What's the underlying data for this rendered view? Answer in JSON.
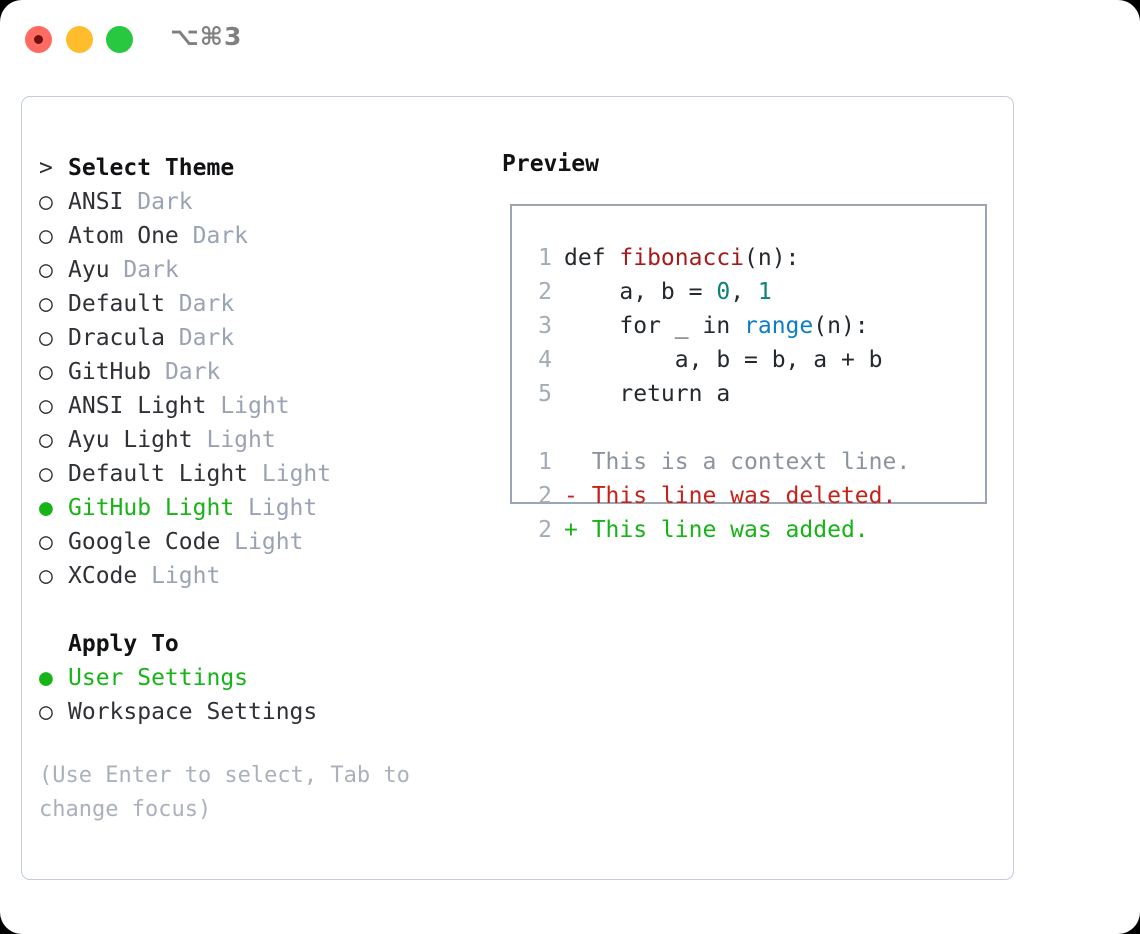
{
  "window": {
    "title": "⌥⌘3",
    "traffic_lights": [
      {
        "name": "close",
        "color": "#ff6b60"
      },
      {
        "name": "minimize",
        "color": "#ffbd2e"
      },
      {
        "name": "maximize",
        "color": "#28c840"
      }
    ]
  },
  "colors": {
    "accent_green": "#17b317",
    "muted": "#99a3b3",
    "hint": "#aab1bd",
    "panel_border": "#c3ccd8",
    "preview_border": "#9aa6b6",
    "text": "#2f3136",
    "syntax_function": "#a81b1b",
    "syntax_number": "#0e8276",
    "syntax_call": "#0f7dc2",
    "diff_deleted": "#c5231a",
    "diff_added": "#17b317",
    "diff_context": "#8b949e",
    "lineno": "#a3abb6"
  },
  "markers": {
    "header": ">",
    "unselected": "○",
    "selected": "●",
    "blank": " "
  },
  "theme_section": {
    "header": "Select Theme",
    "items": [
      {
        "label": "ANSI",
        "suffix": "Dark",
        "selected": false
      },
      {
        "label": "Atom One",
        "suffix": "Dark",
        "selected": false
      },
      {
        "label": "Ayu",
        "suffix": "Dark",
        "selected": false
      },
      {
        "label": "Default",
        "suffix": "Dark",
        "selected": false
      },
      {
        "label": "Dracula",
        "suffix": "Dark",
        "selected": false
      },
      {
        "label": "GitHub",
        "suffix": "Dark",
        "selected": false
      },
      {
        "label": "ANSI Light",
        "suffix": "Light",
        "selected": false
      },
      {
        "label": "Ayu Light",
        "suffix": "Light",
        "selected": false
      },
      {
        "label": "Default Light",
        "suffix": "Light",
        "selected": false
      },
      {
        "label": "GitHub Light",
        "suffix": "Light",
        "selected": true
      },
      {
        "label": "Google Code",
        "suffix": "Light",
        "selected": false
      },
      {
        "label": "XCode",
        "suffix": "Light",
        "selected": false
      }
    ]
  },
  "apply_to_section": {
    "header": "Apply To",
    "items": [
      {
        "label": "User Settings",
        "selected": true
      },
      {
        "label": "Workspace Settings",
        "selected": false
      }
    ]
  },
  "hint": "(Use Enter to select, Tab to change focus)",
  "preview": {
    "title": "Preview",
    "code_lines": [
      {
        "no": "1",
        "tokens": [
          {
            "t": "def ",
            "k": "plain"
          },
          {
            "t": "fibonacci",
            "k": "func"
          },
          {
            "t": "(n):",
            "k": "plain"
          }
        ]
      },
      {
        "no": "2",
        "tokens": [
          {
            "t": "    a, b = ",
            "k": "plain"
          },
          {
            "t": "0",
            "k": "num"
          },
          {
            "t": ", ",
            "k": "plain"
          },
          {
            "t": "1",
            "k": "num"
          }
        ]
      },
      {
        "no": "3",
        "tokens": [
          {
            "t": "    for _ in ",
            "k": "plain"
          },
          {
            "t": "range",
            "k": "call"
          },
          {
            "t": "(n):",
            "k": "plain"
          }
        ]
      },
      {
        "no": "4",
        "tokens": [
          {
            "t": "        a, b = b, a + b",
            "k": "plain"
          }
        ]
      },
      {
        "no": "5",
        "tokens": [
          {
            "t": "    return a",
            "k": "plain"
          }
        ]
      }
    ],
    "diff_lines": [
      {
        "no": "1",
        "text": "  This is a context line.",
        "kind": "ctx"
      },
      {
        "no": "2",
        "text": "- This line was deleted.",
        "kind": "del"
      },
      {
        "no": "2",
        "text": "+ This line was added.",
        "kind": "add"
      }
    ]
  }
}
